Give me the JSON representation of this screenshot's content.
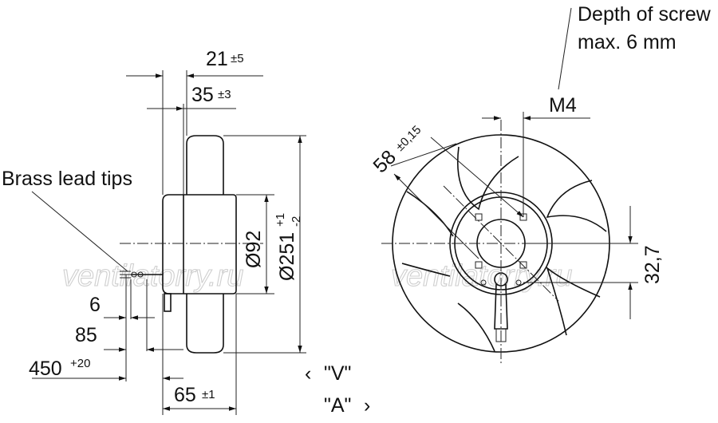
{
  "side_view": {
    "dim_21": {
      "value": "21",
      "tol": "±5"
    },
    "dim_35": {
      "value": "35",
      "tol": "±3"
    },
    "dim_92": {
      "value": "Ø92"
    },
    "dim_251": {
      "value": "Ø251",
      "tol_upper": "+1",
      "tol_lower": "-2"
    },
    "dim_6": {
      "value": "6"
    },
    "dim_85": {
      "value": "85"
    },
    "dim_450": {
      "value": "450",
      "tol": "+20"
    },
    "dim_65": {
      "value": "65",
      "tol": "±1"
    },
    "brass_label": "Brass lead tips"
  },
  "front_view": {
    "screw_note_line1": "Depth of screw",
    "screw_note_line2": "max. 6 mm",
    "thread": "M4",
    "dim_58": {
      "value": "58",
      "tol": "±0,15"
    },
    "dim_32_7": {
      "value": "32,7"
    }
  },
  "view_markers": {
    "v": "\"V\"",
    "a": "\"A\""
  },
  "watermark": "ventilatorry.ru"
}
